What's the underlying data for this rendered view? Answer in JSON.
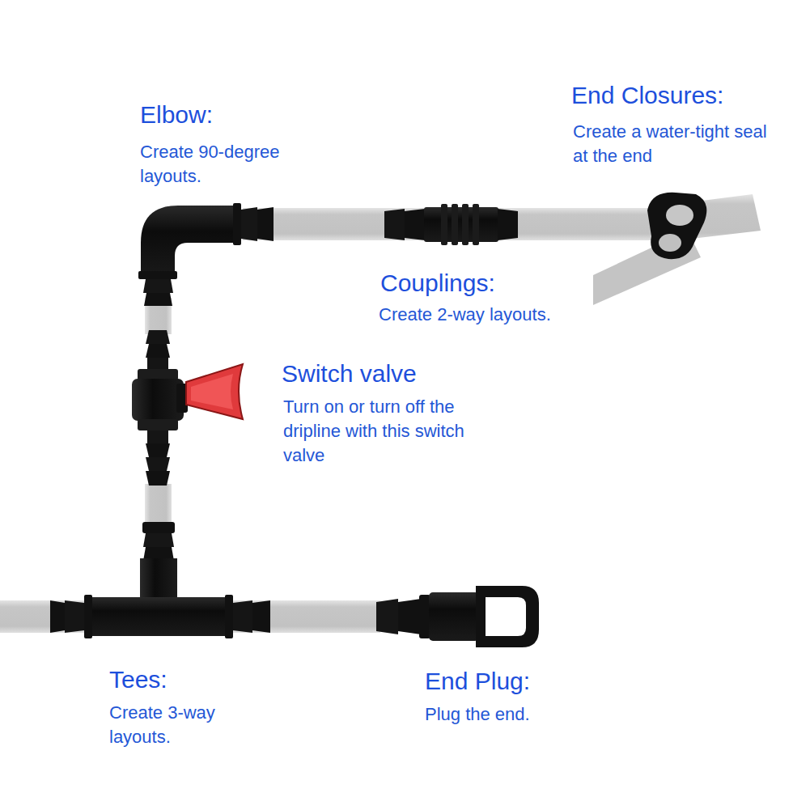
{
  "diagram": {
    "labels": [
      "Elbow:",
      "Create 90-degree layouts.",
      "End Closures:",
      "Create a water-tight seal at the end",
      "Couplings:",
      "Create 2-way layouts.",
      "Switch valve",
      "Turn on or turn off the dripline with this switch valve",
      "Tees:",
      "Create 3-way layouts.",
      "End Plug:",
      "Plug the end."
    ]
  }
}
